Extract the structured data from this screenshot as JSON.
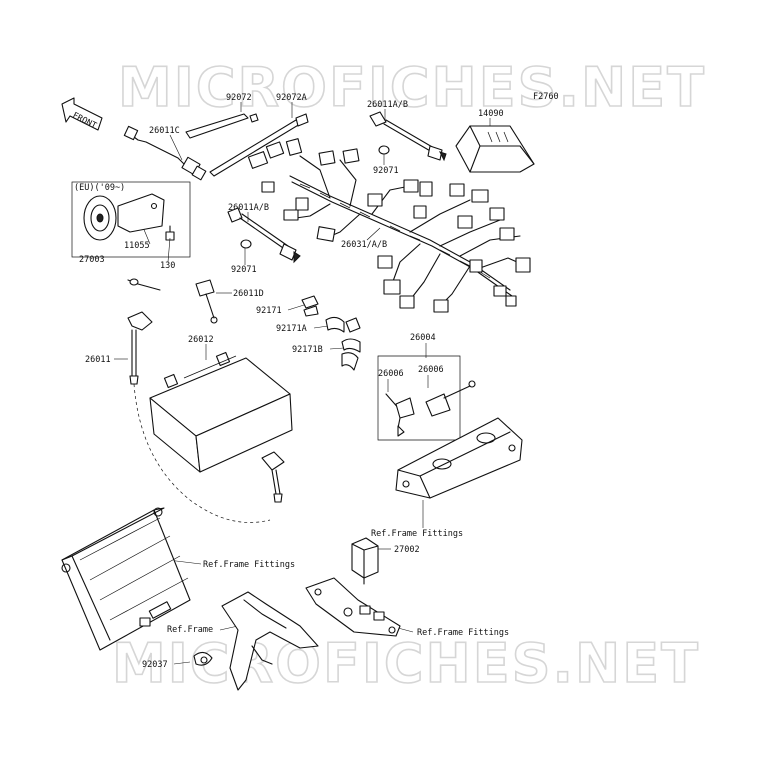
{
  "watermarks": [
    "MICROFICHES.NET",
    "MICROFICHES.NET"
  ],
  "figure_code": "F2760",
  "front_label": "FRONT",
  "eu_note": "(EU)('09~)",
  "parts": {
    "p92072": "92072",
    "p92072A": "92072A",
    "p26011AB_top": "26011A/B",
    "p14090": "14090",
    "p26011C": "26011C",
    "p92071_top": "92071",
    "p11055": "11055",
    "p27003": "27003",
    "p130": "130",
    "p26011AB_mid": "26011A/B",
    "p92071_mid": "92071",
    "p26031AB": "26031/A/B",
    "p26011D": "26011D",
    "p92171": "92171",
    "p92171A": "92171A",
    "p92171B": "92171B",
    "p26012": "26012",
    "p26011": "26011",
    "p26004": "26004",
    "p26006_a": "26006",
    "p26006_b": "26006",
    "p27002": "27002"
  },
  "refs": {
    "frame_fittings_1": "Ref.Frame Fittings",
    "frame_fittings_2": "Ref.Frame Fittings",
    "frame_fittings_3": "Ref.Frame Fittings",
    "frame": "Ref.Frame",
    "p92037": "92037"
  }
}
